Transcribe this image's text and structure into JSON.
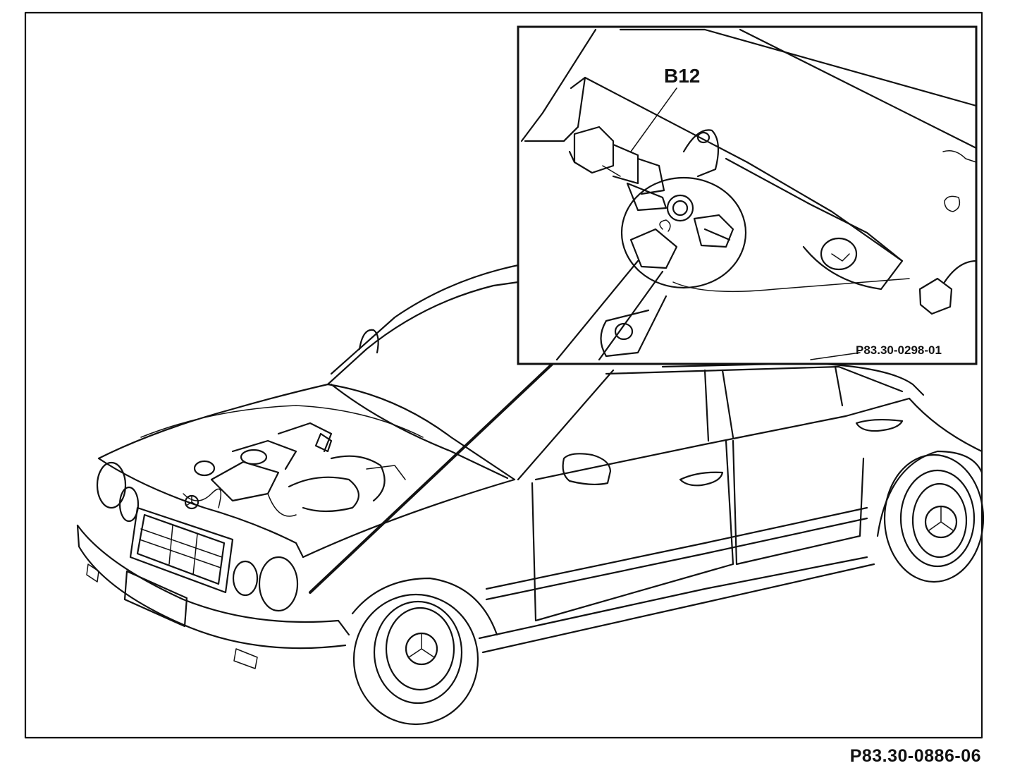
{
  "diagram": {
    "figure_id": "P83.30-0886-06",
    "inset": {
      "figure_id": "P83.30-0298-01",
      "callout_label": "B12"
    },
    "colors": {
      "line": "#111111",
      "background": "#ffffff"
    }
  }
}
